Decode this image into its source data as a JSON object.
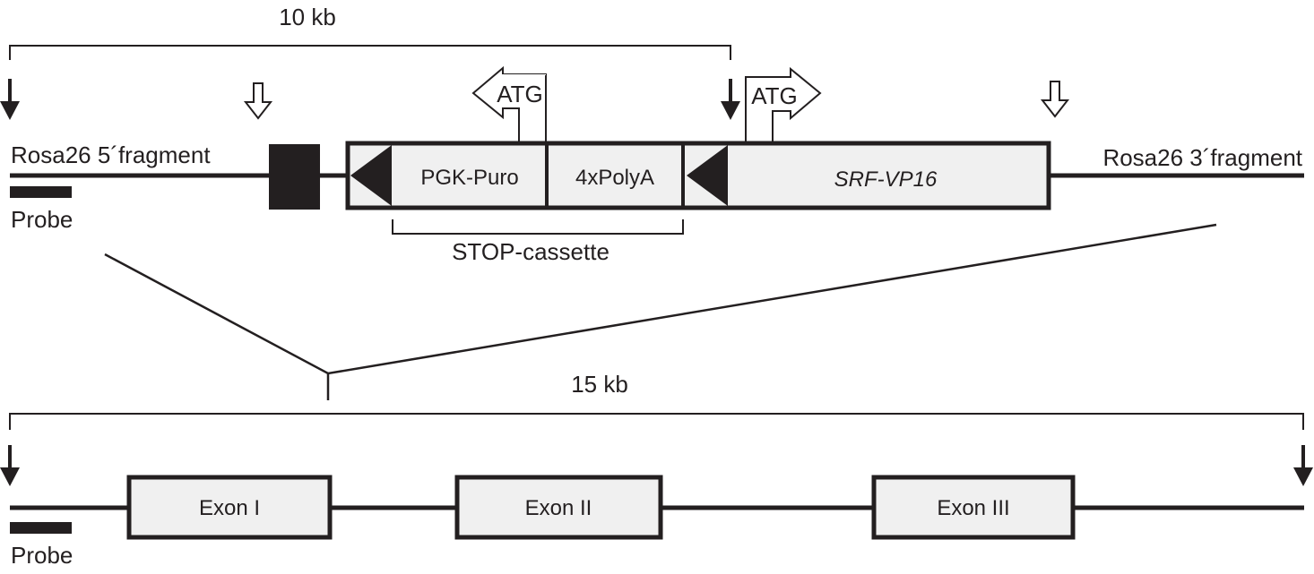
{
  "colors": {
    "ink": "#231f20",
    "box_fill": "#f0f0f0",
    "background": "#ffffff"
  },
  "top_construct": {
    "scale_label": "10 kb",
    "left_label": "Rosa26 5´fragment",
    "right_label": "Rosa26 3´fragment",
    "probe_label": "Probe",
    "stop_cassette_label": "STOP-cassette",
    "segments": [
      {
        "id": "pgk-puro",
        "label": "PGK-Puro",
        "italic": false
      },
      {
        "id": "polya",
        "label": "4xPolyA",
        "italic": false
      },
      {
        "id": "srf-vp16",
        "label": "SRF-VP16",
        "italic": true
      }
    ],
    "promoters": [
      {
        "id": "atg-reverse",
        "label": "ATG",
        "direction": "left"
      },
      {
        "id": "atg-forward",
        "label": "ATG",
        "direction": "right"
      }
    ],
    "loxp_sites": 2,
    "markers": [
      {
        "id": "restriction-site-left",
        "type": "solid-arrow"
      },
      {
        "id": "open-arrow-left",
        "type": "open-arrow"
      },
      {
        "id": "restriction-site-mid",
        "type": "solid-arrow"
      },
      {
        "id": "open-arrow-right",
        "type": "open-arrow"
      }
    ]
  },
  "bottom_locus": {
    "scale_label": "15 kb",
    "probe_label": "Probe",
    "exons": [
      {
        "id": "exon-1",
        "label": "Exon I"
      },
      {
        "id": "exon-2",
        "label": "Exon II"
      },
      {
        "id": "exon-3",
        "label": "Exon III"
      }
    ],
    "markers": [
      {
        "id": "restriction-site-left",
        "type": "solid-arrow"
      },
      {
        "id": "restriction-site-right",
        "type": "solid-arrow"
      }
    ]
  }
}
